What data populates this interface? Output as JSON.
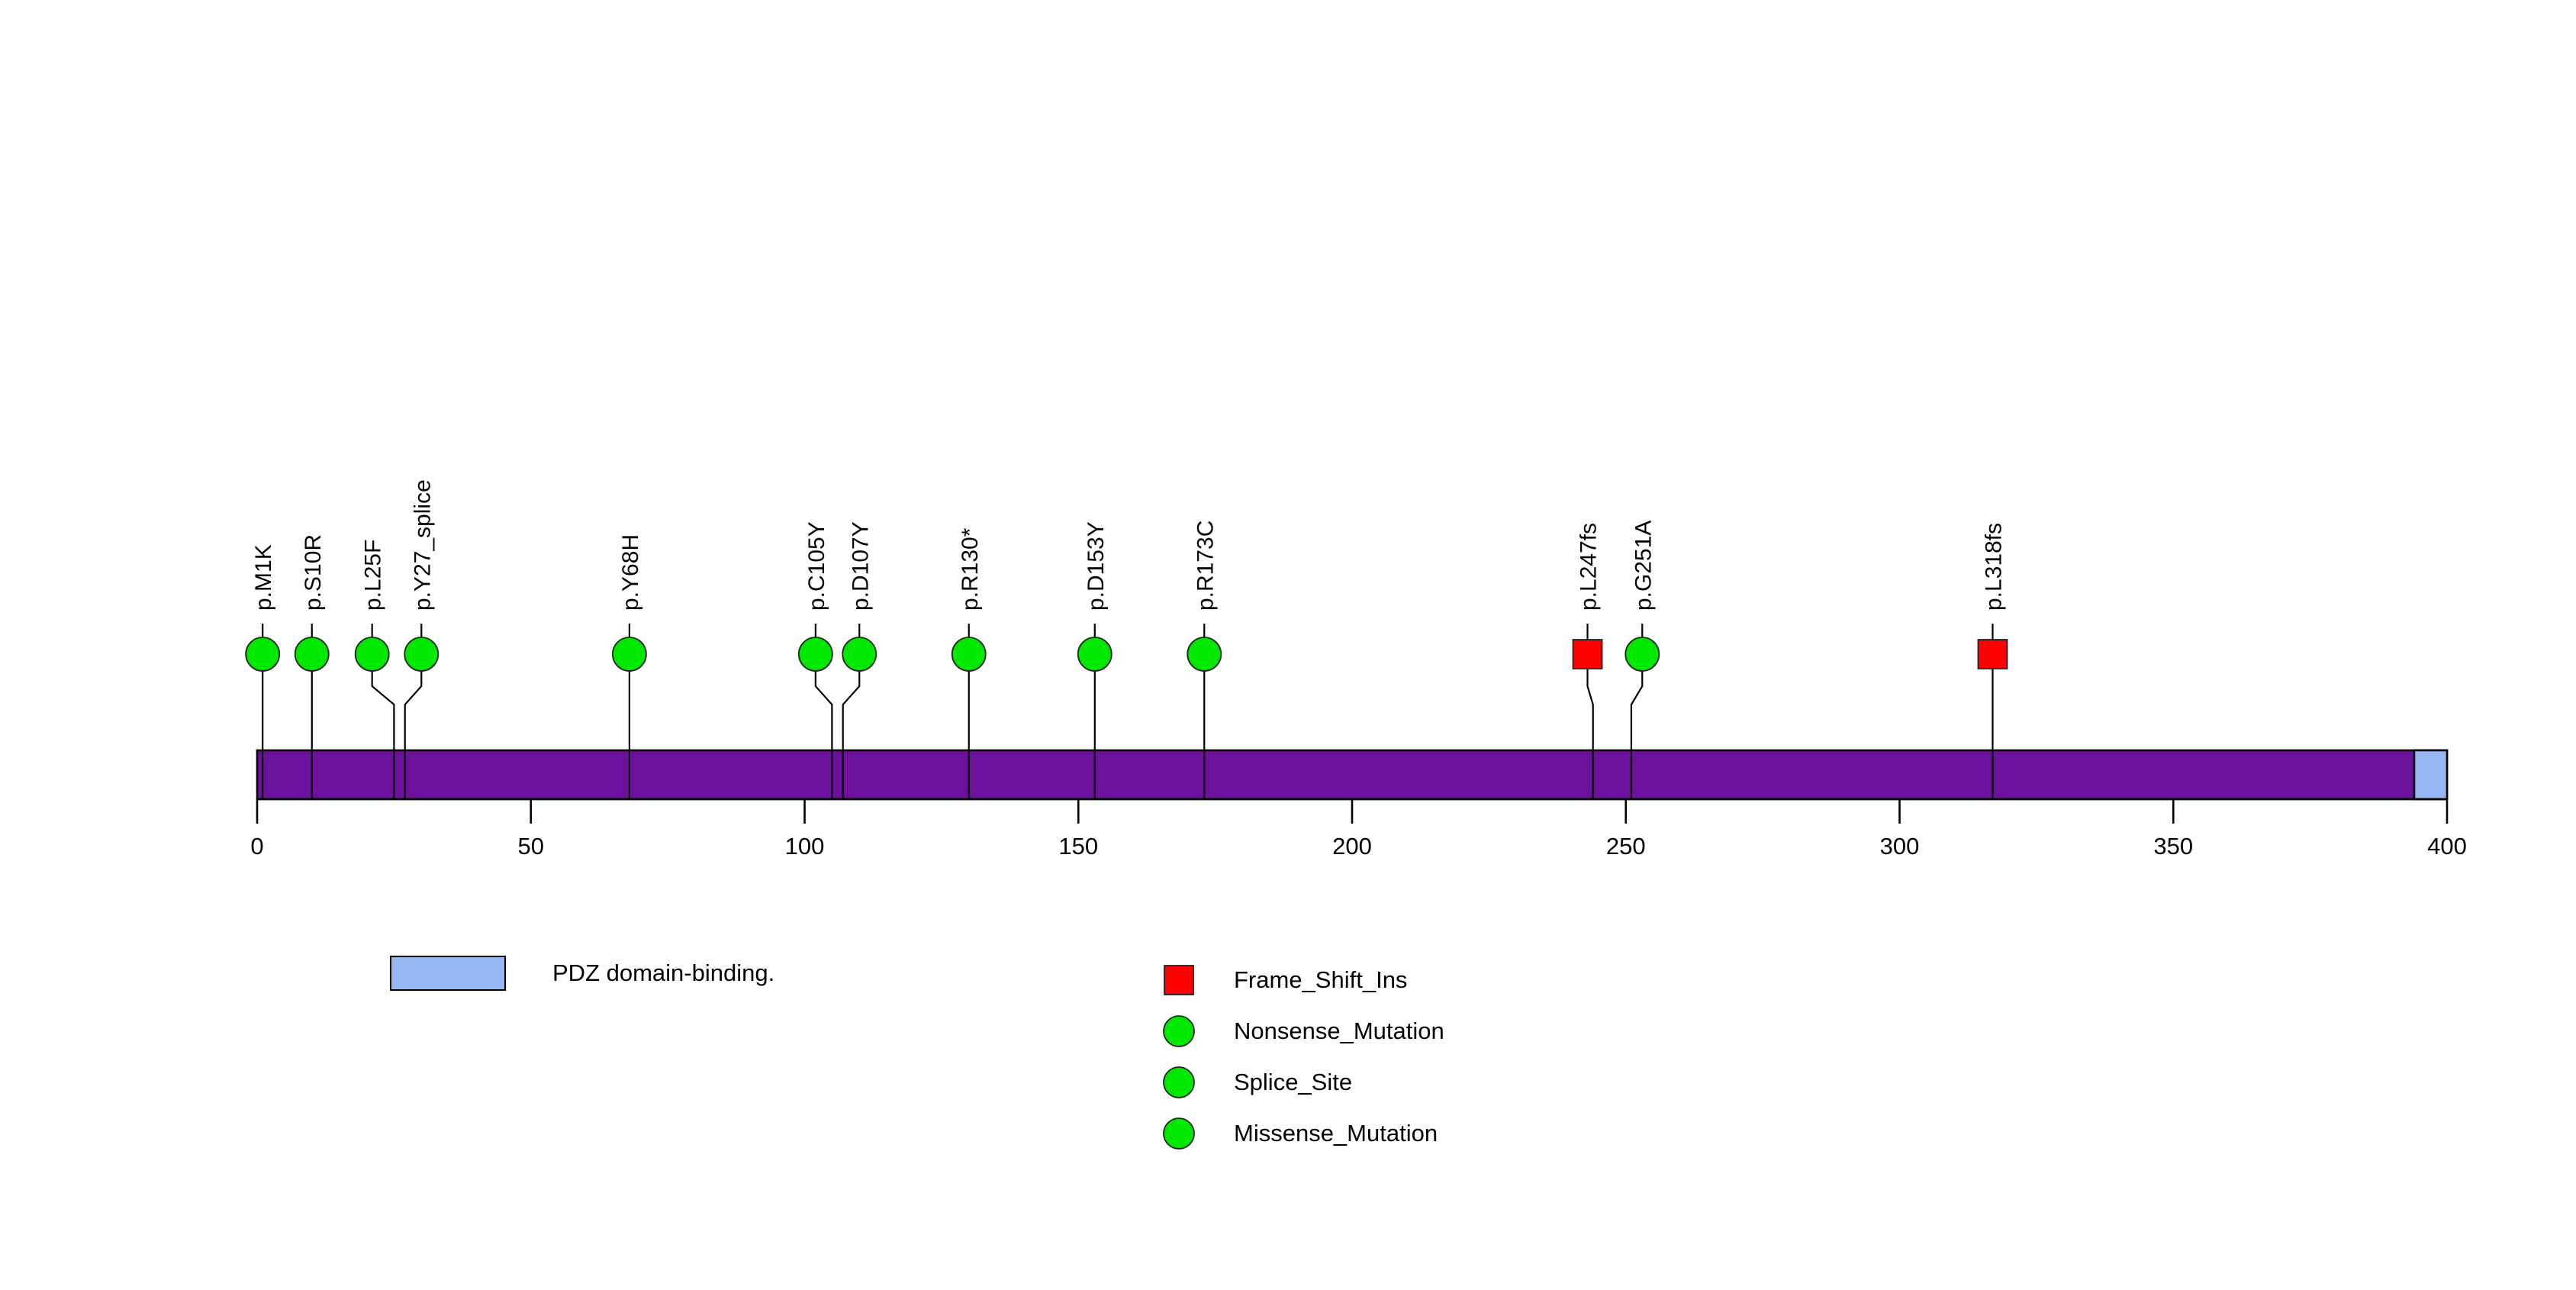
{
  "chart_data": {
    "type": "scatter",
    "plot_style": "lollipop-mutation-diagram",
    "title": "",
    "subtitle": "",
    "xlabel": "",
    "ylabel": "",
    "xlim": [
      0,
      400
    ],
    "grid": false,
    "protein_length": 400,
    "backbone_color": "#6B119B",
    "x_ticks": [
      0,
      50,
      100,
      150,
      200,
      250,
      300,
      350,
      400
    ],
    "x_tick_labels": [
      "0",
      "50",
      "100",
      "150",
      "200",
      "250",
      "300",
      "350",
      "400"
    ],
    "domains": [
      {
        "name": "PDZ domain-binding.",
        "start": 394,
        "end": 400,
        "color": "#96B8F2"
      }
    ],
    "mutations": [
      {
        "label": "p.M1K",
        "position": 1,
        "label_position": 1,
        "type": "Missense_Mutation",
        "shape": "circle",
        "color": "#00E800"
      },
      {
        "label": "p.S10R",
        "position": 10,
        "label_position": 10,
        "type": "Missense_Mutation",
        "shape": "circle",
        "color": "#00E800"
      },
      {
        "label": "p.L25F",
        "position": 25,
        "label_position": 21,
        "type": "Missense_Mutation",
        "shape": "circle",
        "color": "#00E800"
      },
      {
        "label": "p.Y27_splice",
        "position": 27,
        "label_position": 30,
        "type": "Splice_Site",
        "shape": "circle",
        "color": "#00E800"
      },
      {
        "label": "p.Y68H",
        "position": 68,
        "label_position": 68,
        "type": "Missense_Mutation",
        "shape": "circle",
        "color": "#00E800"
      },
      {
        "label": "p.C105Y",
        "position": 105,
        "label_position": 102,
        "type": "Missense_Mutation",
        "shape": "circle",
        "color": "#00E800"
      },
      {
        "label": "p.D107Y",
        "position": 107,
        "label_position": 110,
        "type": "Missense_Mutation",
        "shape": "circle",
        "color": "#00E800"
      },
      {
        "label": "p.R130*",
        "position": 130,
        "label_position": 130,
        "type": "Nonsense_Mutation",
        "shape": "circle",
        "color": "#00E800"
      },
      {
        "label": "p.D153Y",
        "position": 153,
        "label_position": 153,
        "type": "Missense_Mutation",
        "shape": "circle",
        "color": "#00E800"
      },
      {
        "label": "p.R173C",
        "position": 173,
        "label_position": 173,
        "type": "Missense_Mutation",
        "shape": "circle",
        "color": "#00E800"
      },
      {
        "label": "p.L247fs",
        "position": 244,
        "label_position": 243,
        "type": "Frame_Shift_Ins",
        "shape": "square",
        "color": "#FF0000"
      },
      {
        "label": "p.G251A",
        "position": 251,
        "label_position": 253,
        "type": "Missense_Mutation",
        "shape": "circle",
        "color": "#00E800"
      },
      {
        "label": "p.L318fs",
        "position": 317,
        "label_position": 317,
        "type": "Frame_Shift_Ins",
        "shape": "square",
        "color": "#FF0000"
      }
    ],
    "legend_position": "bottom",
    "domain_legend": [
      {
        "label": "PDZ domain-binding.",
        "color": "#96B8F2",
        "shape": "rect"
      }
    ],
    "mutation_legend": [
      {
        "label": "Frame_Shift_Ins",
        "color": "#FF0000",
        "shape": "square"
      },
      {
        "label": "Nonsense_Mutation",
        "color": "#00E800",
        "shape": "circle"
      },
      {
        "label": "Splice_Site",
        "color": "#00E800",
        "shape": "circle"
      },
      {
        "label": "Missense_Mutation",
        "color": "#00E800",
        "shape": "circle"
      }
    ]
  }
}
